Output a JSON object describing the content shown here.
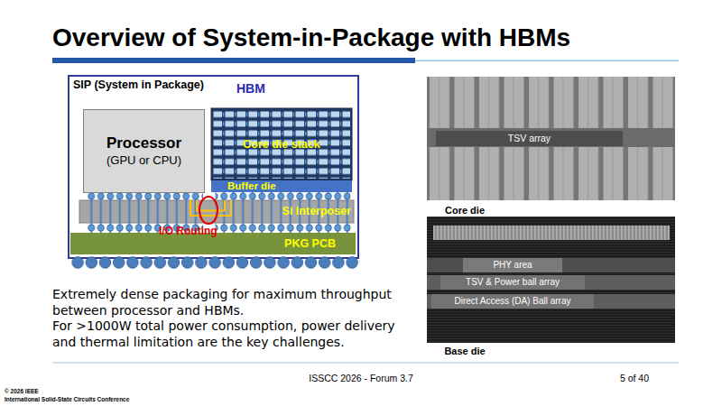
{
  "diagram": {
    "title": "Overview of System-in-Package with HBMs",
    "nodes": [
      {
        "text": [
          "SIP (System in Package)"
        ]
      },
      {
        "text": [
          "Processor",
          "(GPU or CPU)"
        ],
        "in": 0
      },
      {
        "text": [
          "Core die stack"
        ],
        "in": 0
      },
      {
        "text": [
          "Buffer die"
        ],
        "in": 0
      },
      {
        "text": [
          "Si Interposer"
        ],
        "in": 0
      },
      {
        "text": [
          "PKG PCB"
        ],
        "in": 0
      },
      {
        "text": [
          "Core die"
        ]
      },
      {
        "text": [
          "TSV array"
        ],
        "in": 6
      },
      {
        "text": [
          "Base die"
        ]
      },
      {
        "text": [
          "PHY area"
        ],
        "in": 8
      },
      {
        "text": [
          "TSV & Power ball array"
        ],
        "in": 8
      },
      {
        "text": [
          "Direct Access (DA) Ball array"
        ],
        "in": 8
      }
    ],
    "labels": [
      "HBM",
      "I/O Routing",
      "Extremely dense packaging for maximum throughput between processor and HBMs.",
      "For >1000W total power consumption, power delivery and thermal limitation are the key challenges.",
      "ISSCC 2026 - Forum 3.7",
      "5 of 40",
      "© 2026 IEEE",
      "International Solid-State Circuits Conference"
    ]
  }
}
